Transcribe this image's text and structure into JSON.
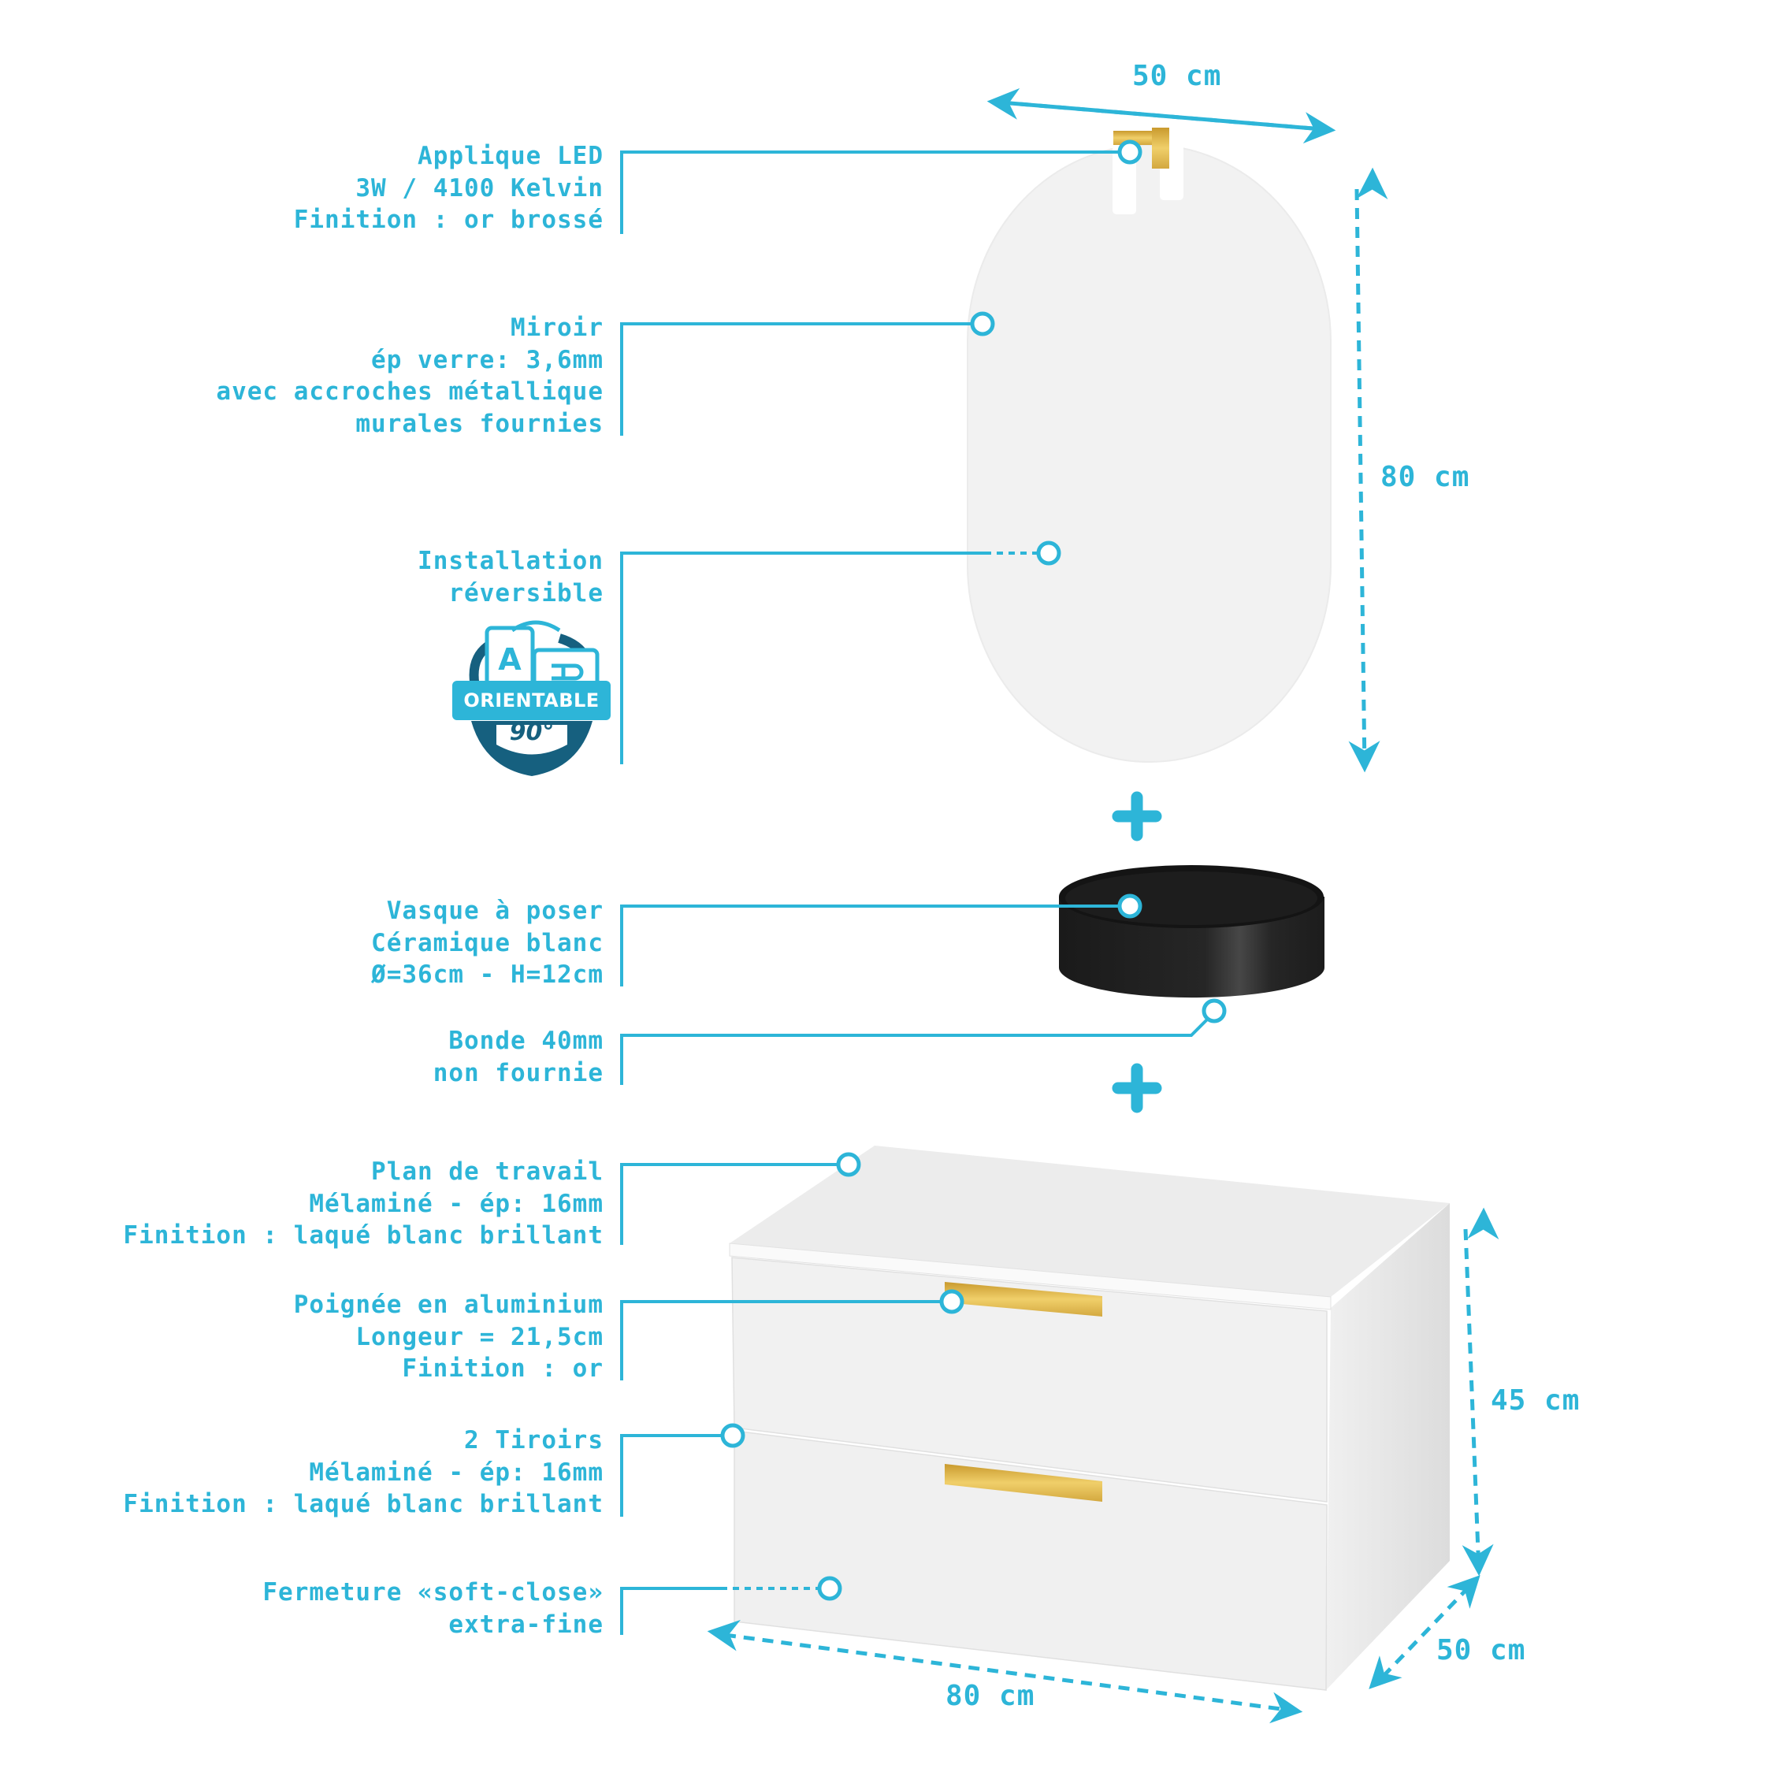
{
  "accent_color": "#2db5d8",
  "badge_dark_color": "#16607f",
  "gold_color": "#d9b24a",
  "sink_color": "#1e1e1e",
  "labels": {
    "applique": [
      "Applique LED",
      "3W / 4100 Kelvin",
      "Finition : or brossé"
    ],
    "miroir": [
      "Miroir",
      "ép verre:  3,6mm",
      "avec accroches métallique",
      "murales fournies"
    ],
    "installation": [
      "Installation",
      "réversible"
    ],
    "vasque": [
      "Vasque à poser",
      "Céramique blanc",
      "Ø=36cm - H=12cm"
    ],
    "bonde": [
      "Bonde 40mm",
      "non fournie"
    ],
    "plan": [
      "Plan de travail",
      "Mélaminé - ép: 16mm",
      "Finition : laqué blanc brillant"
    ],
    "poignee": [
      "Poignée en aluminium",
      "Longeur = 21,5cm",
      "Finition : or"
    ],
    "tiroirs": [
      "2 Tiroirs",
      "Mélaminé - ép: 16mm",
      "Finition : laqué blanc brillant"
    ],
    "fermeture": [
      "Fermeture «soft-close»",
      "extra-fine"
    ]
  },
  "badge": {
    "letter": "A",
    "text": "ORIENTABLE",
    "degrees": "90°"
  },
  "dimensions": {
    "mirror_width": "50 cm",
    "mirror_height": "80 cm",
    "cabinet_height": "45 cm",
    "cabinet_width": "80 cm",
    "cabinet_depth": "50 cm"
  },
  "icons": {
    "separator": "plus-icon",
    "callout": "callout-circle-icon"
  }
}
